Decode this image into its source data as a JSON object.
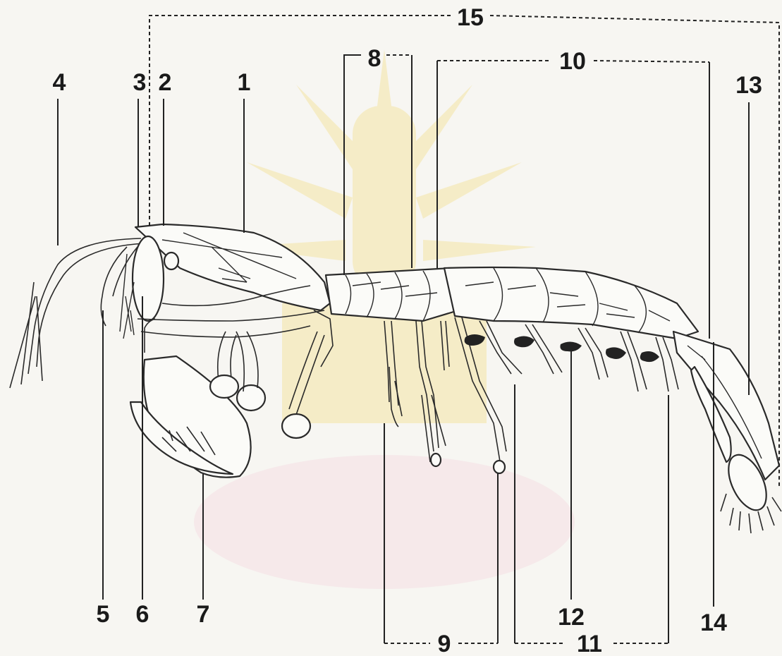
{
  "labels": [
    "1",
    "2",
    "3",
    "4",
    "5",
    "6",
    "7",
    "8",
    "9",
    "10",
    "11",
    "12",
    "13",
    "14",
    "15"
  ],
  "colors": {
    "line": "#222222",
    "background": "#f7f6f2",
    "watermark": "#f2d35a",
    "watermark_base": "#f4c9d6"
  },
  "icons": {
    "watermark": "university-emblem-watermark"
  }
}
